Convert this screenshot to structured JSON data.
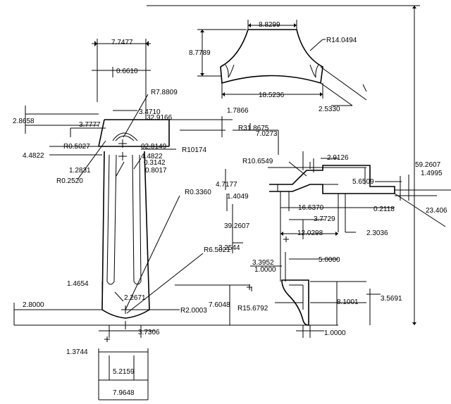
{
  "dimensions": {
    "d_8_8299": "8.8299",
    "d_r14_0494": "R14.0494",
    "d_8_7789": "8.7789",
    "d_18_5236": "18.5236",
    "d_2_5330": "2.5330",
    "d_7_7477": "7.7477",
    "d_0_6610": "0.6610",
    "d_r7_8809": "R7.8809",
    "d_3_4710": "3.4710",
    "d_2_8658": "2.8658",
    "d_3_7777": "3.7777",
    "d_32_9166": "32.9166",
    "d_02_8149": "02.8149",
    "d_r0_5027": "R0.5027",
    "d_4_4822a": "4.4822",
    "d_4_4822b": "4.4822",
    "d_r1_0174": "R10174",
    "d_0_3142": "0.3142",
    "d_0_8017": "0.8017",
    "d_1_2831": "1.2831",
    "d_r0_2520": "R0.2520",
    "d_r0_3360": "R0.3360",
    "d_1_7866": "1.7866",
    "d_r31_8675": "R31.8675",
    "d_7_0273": "7.0273",
    "d_r10_6549": "R10.6549",
    "d_2_9126": "2.9126",
    "d_59_2607": "59.2607",
    "d_4_7177": "4.7177",
    "d_1_4995": "1.4995",
    "d_5_6509": "5.6509",
    "d_1_4049": "1.4049",
    "d_16_6370": "16.6370",
    "d_0_2118": "0.2118",
    "d_23_406": "23.406",
    "d_3_7729": "3.7729",
    "d_39_2607": "39.2607",
    "d_12_0298": "12.0298",
    "d_2_3036": "2.3036",
    "d_3_2544": "3.2544",
    "d_r6_5021": "R6.5021",
    "d_3_3952": "3.3952",
    "d_5_0000": "5.0000",
    "d_1_0000a": "1.0000",
    "d_1_4654": "1.4654",
    "d_2_2671": "2.2671",
    "d_7_6048": "7.6048",
    "d_8_1001": "8.1001",
    "d_3_5691": "3.5691",
    "d_2_8000": "2.8000",
    "d_r2_0003": "R2.0003",
    "d_r15_6792": "R15.6792",
    "d_3_7306": "3.7306",
    "d_1_0000b": "1.0000",
    "d_1_3744": "1.3744",
    "d_5_2159": "5.2159",
    "d_7_9648": "7.9648"
  }
}
